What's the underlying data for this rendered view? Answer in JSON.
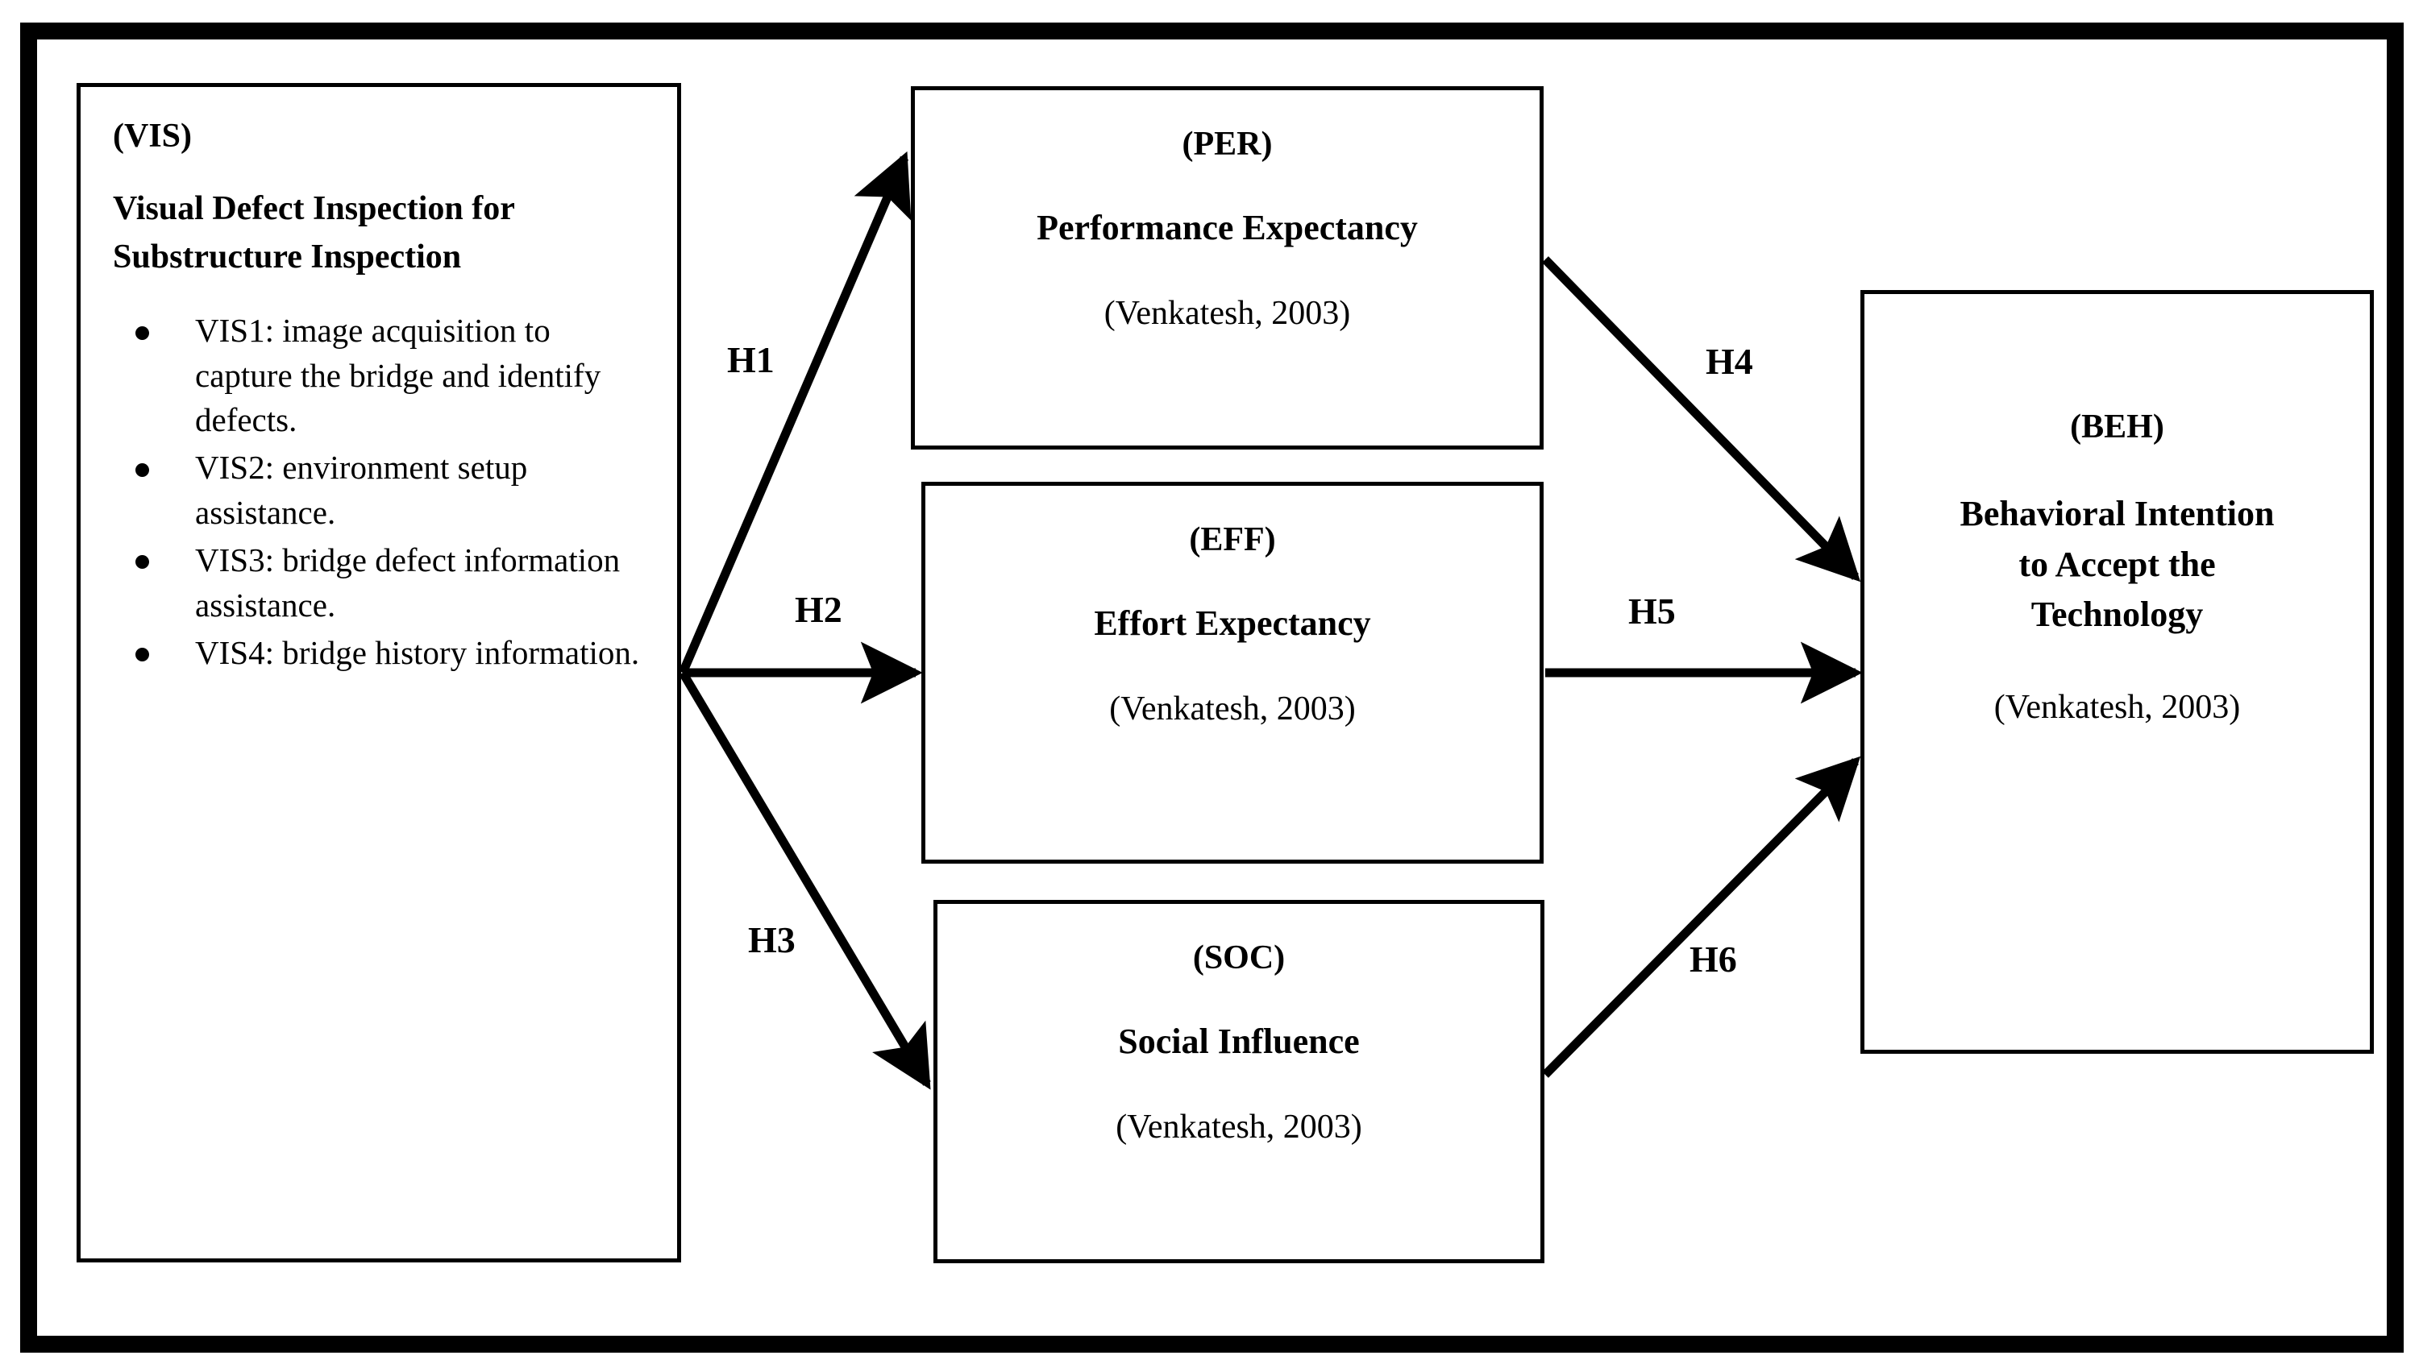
{
  "diagram": {
    "title_implicit": "UTAUT-based research model for visual defect inspection technology acceptance",
    "vis": {
      "code": "(VIS)",
      "name": "Visual Defect Inspection for Substructure Inspection",
      "items": [
        "VIS1: image acquisition to capture the bridge and identify defects.",
        "VIS2: environment setup assistance.",
        "VIS3: bridge defect information assistance.",
        "VIS4: bridge history information."
      ]
    },
    "per": {
      "code": "(PER)",
      "name": "Performance Expectancy",
      "reference": "(Venkatesh, 2003)"
    },
    "eff": {
      "code": "(EFF)",
      "name": "Effort Expectancy",
      "reference": "(Venkatesh, 2003)"
    },
    "soc": {
      "code": "(SOC)",
      "name": "Social Influence",
      "reference": "(Venkatesh, 2003)"
    },
    "beh": {
      "code": "(BEH)",
      "name": "Behavioral Intention to Accept the Technology",
      "reference": "(Venkatesh, 2003)"
    },
    "hypotheses": [
      {
        "id": "H1",
        "label": "H1",
        "from": "VIS",
        "to": "PER"
      },
      {
        "id": "H2",
        "label": "H2",
        "from": "VIS",
        "to": "EFF"
      },
      {
        "id": "H3",
        "label": "H3",
        "from": "VIS",
        "to": "SOC"
      },
      {
        "id": "H4",
        "label": "H4",
        "from": "PER",
        "to": "BEH"
      },
      {
        "id": "H5",
        "label": "H5",
        "from": "EFF",
        "to": "BEH"
      },
      {
        "id": "H6",
        "label": "H6",
        "from": "SOC",
        "to": "BEH"
      }
    ],
    "colors": {
      "ink": "#000000",
      "paper": "#ffffff"
    }
  }
}
